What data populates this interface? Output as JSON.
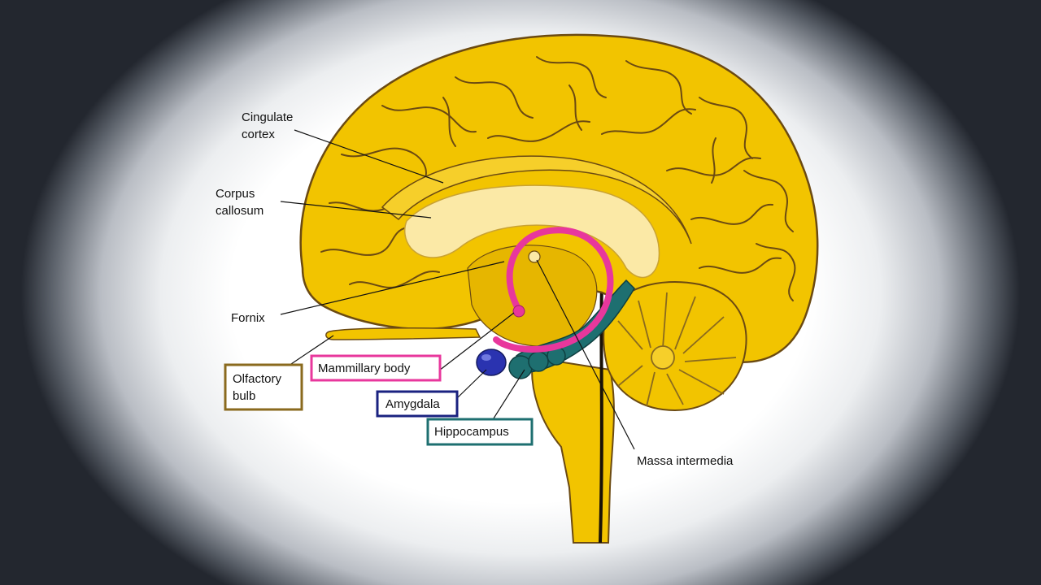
{
  "labels": {
    "cingulate_line1": "Cingulate",
    "cingulate_line2": "cortex",
    "corpus_line1": "Corpus",
    "corpus_line2": "callosum",
    "fornix": "Fornix",
    "olfactory_line1": "Olfactory",
    "olfactory_line2": "bulb",
    "mammillary": "Mammillary body",
    "amygdala": "Amygdala",
    "hippocampus": "Hippocampus",
    "massa": "Massa intermedia"
  },
  "colors": {
    "brain": "#f2c400",
    "brain_outline": "#6b4a12",
    "corpus_callosum": "#fbe9a6",
    "fornix": "#e8379c",
    "amygdala": "#2a33b0",
    "hippocampus": "#1e6f70",
    "olfactory_box": "#8a6a1e",
    "mammillary_box": "#e8379c",
    "amygdala_box": "#1a2280",
    "hippocampus_box": "#1e6f70"
  }
}
